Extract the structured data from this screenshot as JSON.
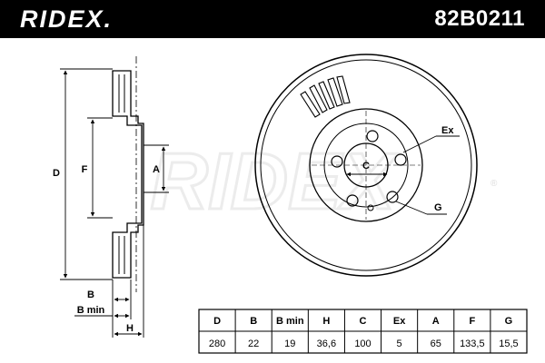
{
  "header": {
    "brand": "RIDEX.",
    "part_number": "82B0211"
  },
  "watermark": {
    "text": "RIDEX"
  },
  "labels": {
    "D": "D",
    "F": "F",
    "A": "A",
    "C": "C",
    "Ex": "Ex",
    "G": "G",
    "B": "B",
    "B_min": "B min",
    "H": "H"
  },
  "spec_table": {
    "columns": [
      "D",
      "B",
      "B min",
      "H",
      "C",
      "Ex",
      "A",
      "F",
      "G"
    ],
    "values": [
      "280",
      "22",
      "19",
      "36,6",
      "100",
      "5",
      "65",
      "133,5",
      "15,5"
    ]
  },
  "colors": {
    "header_bg": "#000000",
    "line": "#000000",
    "watermark": "#ececec"
  }
}
